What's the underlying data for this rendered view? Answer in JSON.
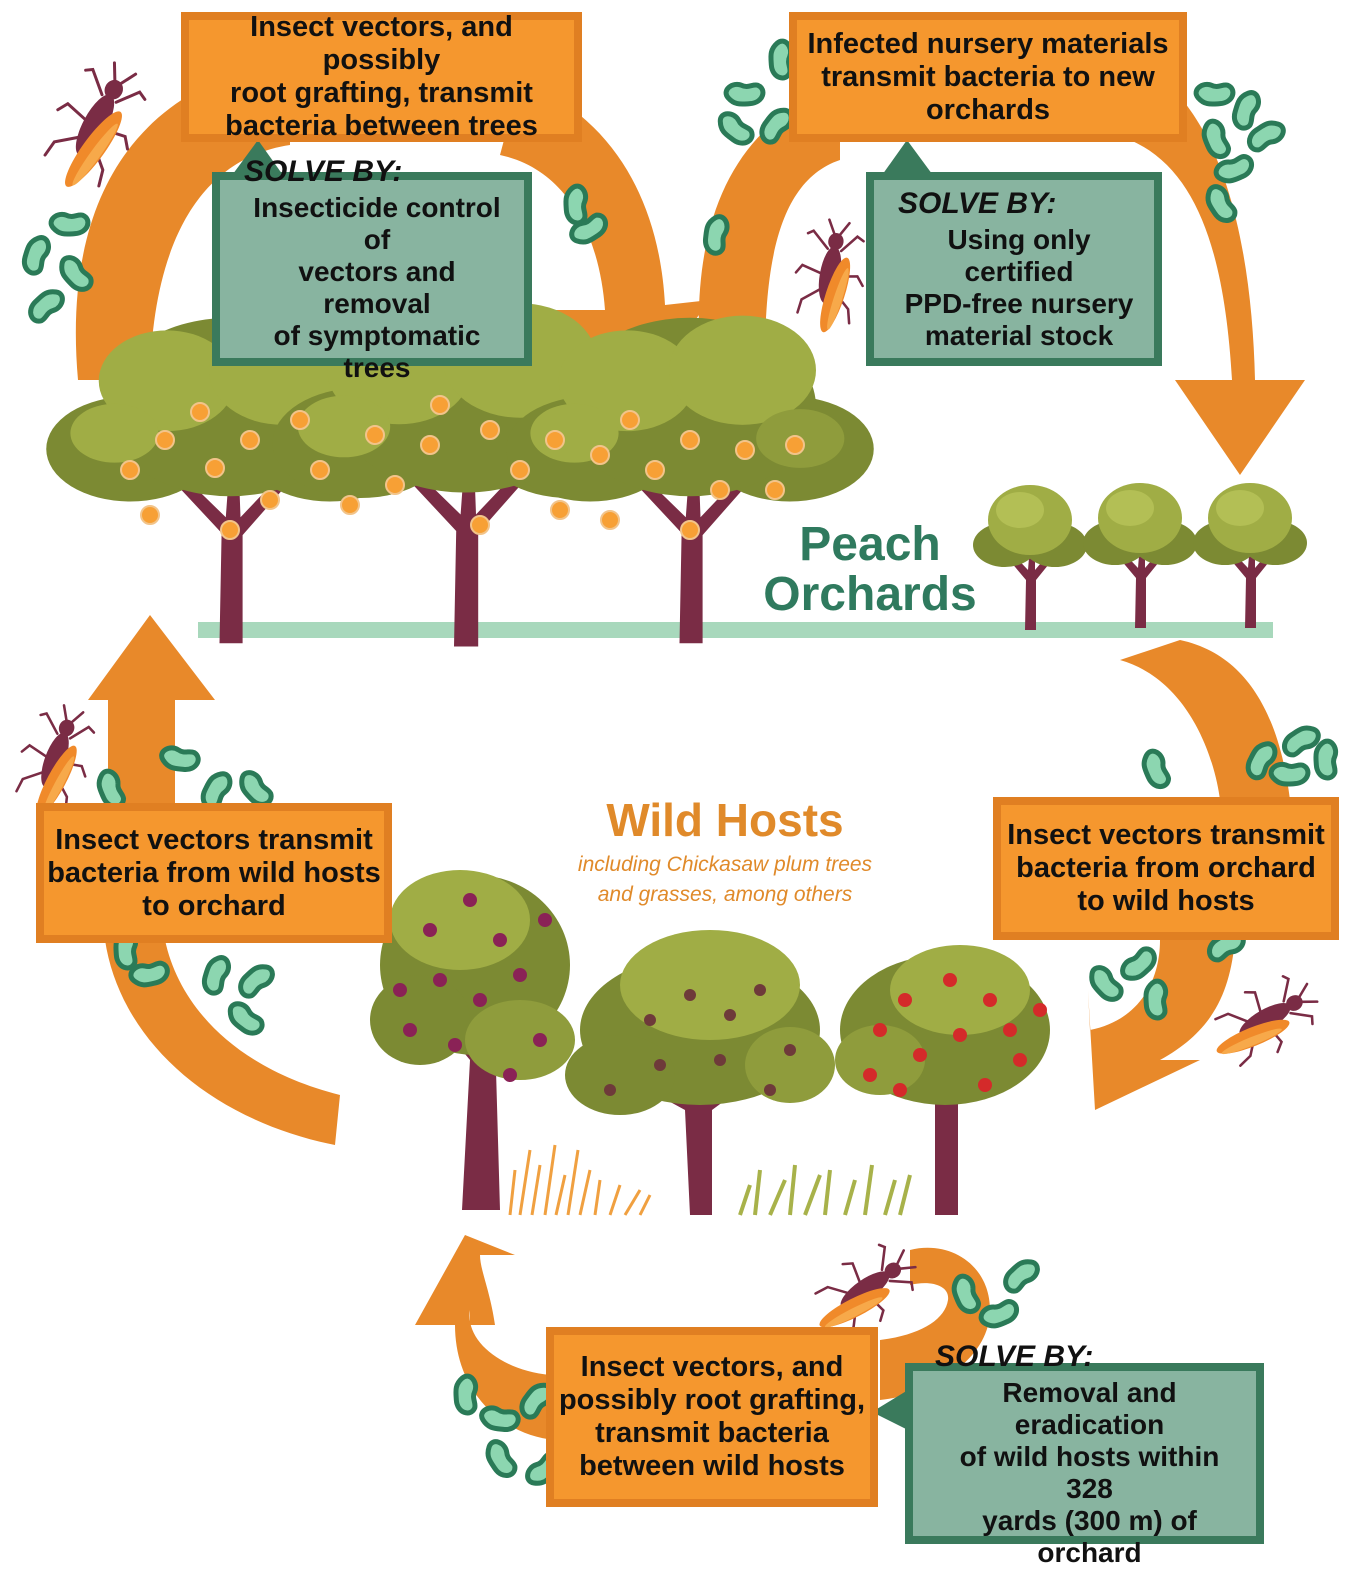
{
  "orchard_label": {
    "line1": "Peach",
    "line2": "Orchards"
  },
  "wild_label": {
    "title": "Wild Hosts",
    "subtitle_line1": "including Chickasaw plum trees",
    "subtitle_line2": "and grasses, among others"
  },
  "boxes": {
    "top_left": {
      "line1": "Insect vectors, and possibly",
      "line2": "root grafting, transmit",
      "line3": "bacteria between trees"
    },
    "top_right": {
      "line1": "Infected nursery materials",
      "line2": "transmit bacteria to new",
      "line3": "orchards"
    },
    "mid_left": {
      "line1": "Insect vectors transmit",
      "line2": "bacteria from wild hosts",
      "line3": "to orchard"
    },
    "mid_right": {
      "line1": "Insect vectors transmit",
      "line2": "bacteria from orchard",
      "line3": "to wild hosts"
    },
    "bottom": {
      "line1": "Insect vectors, and",
      "line2": "possibly root grafting,",
      "line3": "transmit bacteria",
      "line4": "between wild hosts"
    }
  },
  "solutions": {
    "top_left": {
      "heading": "SOLVE BY:",
      "line1": "Insecticide control of",
      "line2": "vectors and removal",
      "line3": "of symptomatic trees"
    },
    "top_right": {
      "heading": "SOLVE BY:",
      "line1": "Using only certified",
      "line2": "PPD-free nursery",
      "line3": "material stock"
    },
    "bottom": {
      "heading": "SOLVE BY:",
      "line1": "Removal and eradication",
      "line2": "of wild hosts within 328",
      "line3": "yards (300 m) of orchard"
    }
  },
  "colors": {
    "arrow": "#e8892a",
    "box_fill": "#f5972e",
    "box_border": "#e07f22",
    "solve_fill": "#88b4a0",
    "solve_border": "#3a7a5c",
    "canopy_dark": "#7c8a33",
    "canopy_light": "#a0ad45",
    "trunk": "#7a2c45",
    "peach_fruit": "#f7a035",
    "plum_fruit": "#8a2256",
    "apple_fruit": "#d42a2a",
    "ground": "#a8d8bc",
    "bacteria_fill": "#8cd6b0",
    "bacteria_stroke": "#2a7a57",
    "insect_body": "#7a2c45",
    "insect_wing": "#f08a2a"
  }
}
